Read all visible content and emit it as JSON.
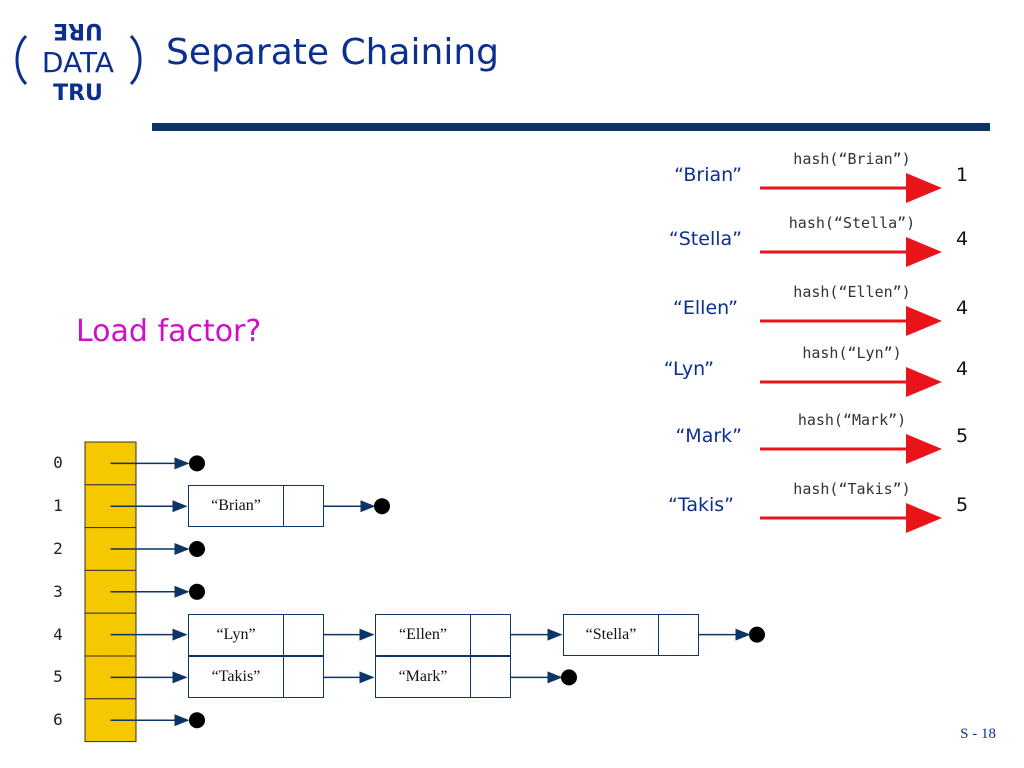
{
  "title": "Separate Chaining",
  "load_factor_question": "Load factor?",
  "page_number": "S - 18",
  "colors": {
    "title": "#0b2f8f",
    "rule": "#0b3566",
    "accent": "#d010c8",
    "bucket_fill": "#f5c800",
    "hash_arrow": "#e8141a"
  },
  "logo": {
    "top_text": "URE",
    "middle_text": "DATA",
    "bottom_text": "TRU"
  },
  "hash_rows": [
    {
      "key": "“Brian”",
      "call": "hash(“Brian”)",
      "value": "1"
    },
    {
      "key": "“Stella”",
      "call": "hash(“Stella”)",
      "value": "4"
    },
    {
      "key": "“Ellen”",
      "call": "hash(“Ellen”)",
      "value": "4"
    },
    {
      "key": "“Lyn”",
      "call": "hash(“Lyn”)",
      "value": "4"
    },
    {
      "key": "“Mark”",
      "call": "hash(“Mark”)",
      "value": "5"
    },
    {
      "key": "“Takis”",
      "call": "hash(“Takis”)",
      "value": "5"
    }
  ],
  "table": {
    "indices": [
      "0",
      "1",
      "2",
      "3",
      "4",
      "5",
      "6"
    ],
    "chains": [
      [],
      [
        "“Brian”"
      ],
      [],
      [],
      [
        "“Lyn”",
        "“Ellen”",
        "“Stella”"
      ],
      [
        "“Takis”",
        "“Mark”"
      ],
      []
    ]
  }
}
